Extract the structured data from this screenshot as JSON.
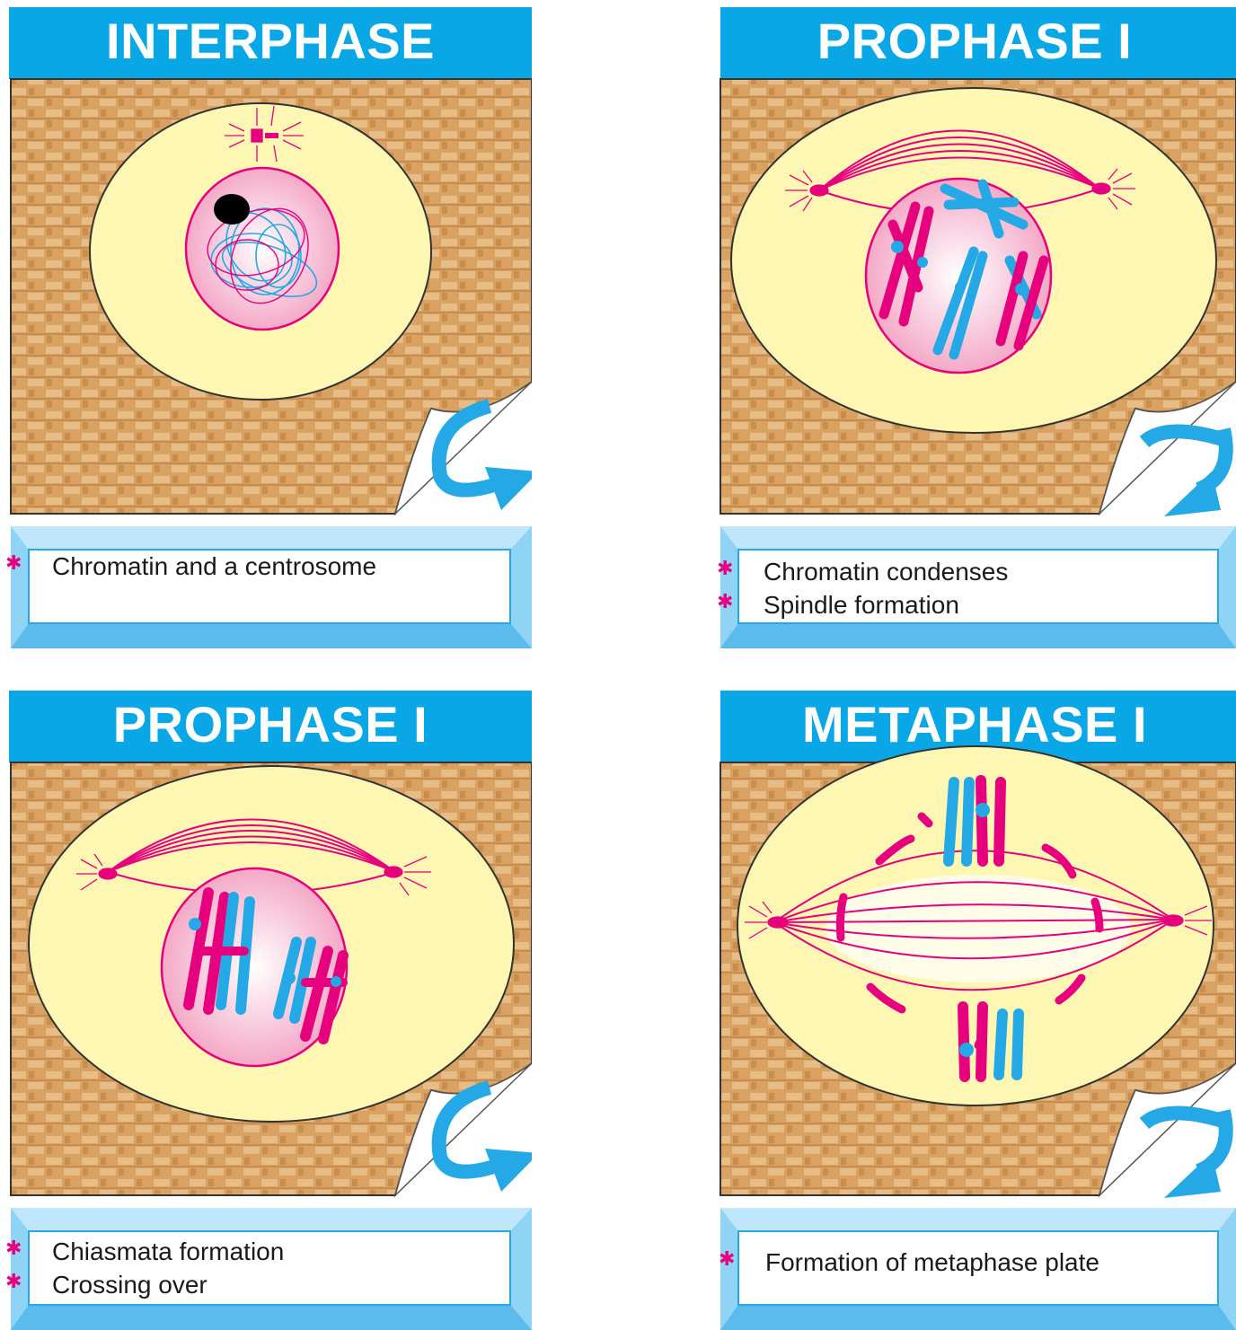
{
  "panels": [
    {
      "title": "INTERPHASE",
      "captions": [
        "Chromatin and a centrosome"
      ],
      "arrow": "curl-down-right-icon"
    },
    {
      "title": "PROPHASE I",
      "captions": [
        "Chromatin condenses",
        "Spindle formation"
      ],
      "arrow": "curl-down-left-icon"
    },
    {
      "title": "PROPHASE I",
      "captions": [
        "Chiasmata formation",
        "Crossing over"
      ],
      "arrow": "curl-down-right-icon"
    },
    {
      "title": "METAPHASE I",
      "captions": [
        "Formation of metaphase plate"
      ],
      "arrow": "curl-down-left-icon"
    }
  ],
  "colors": {
    "header": "#0aa7e6",
    "texture": "#d9a263",
    "cytoplasm": "#fdf7b3",
    "nucleus": "#f7b8cf",
    "magenta": "#e6007e",
    "cyan": "#24a8e6",
    "caption_frame": "#8fd3f5"
  }
}
